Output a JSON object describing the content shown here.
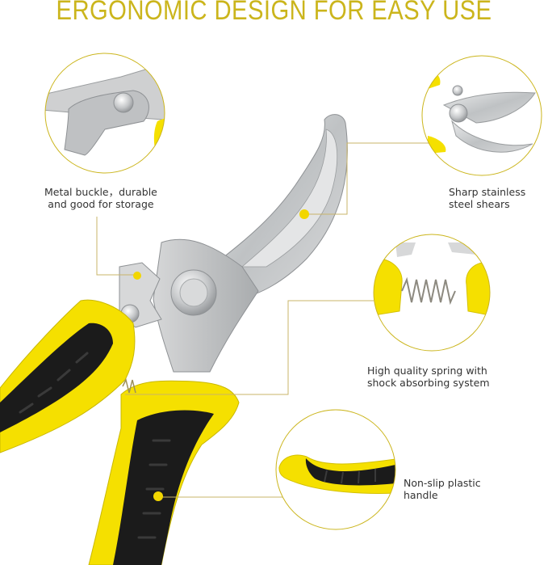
{
  "title": "ERGONOMIC DESIGN FOR EASY USE",
  "colors": {
    "accent_gold": "#cbb51c",
    "connector": "#c9b46a",
    "handle_yellow": "#f5e000",
    "grip_black": "#1b1b1b",
    "steel": "#c8cacc"
  },
  "features": [
    {
      "id": "buckle",
      "line1": "Metal buckle，durable",
      "line2": "and good for storage",
      "icon": "metal-buckle-closeup"
    },
    {
      "id": "blade",
      "line1": "Sharp stainless",
      "line2": "steel shears",
      "icon": "blade-closeup"
    },
    {
      "id": "spring",
      "line1": "High quality spring with",
      "line2": "shock absorbing system",
      "icon": "spring-closeup"
    },
    {
      "id": "handle",
      "line1": "Non-slip plastic",
      "line2": "handle",
      "icon": "handle-closeup"
    }
  ]
}
